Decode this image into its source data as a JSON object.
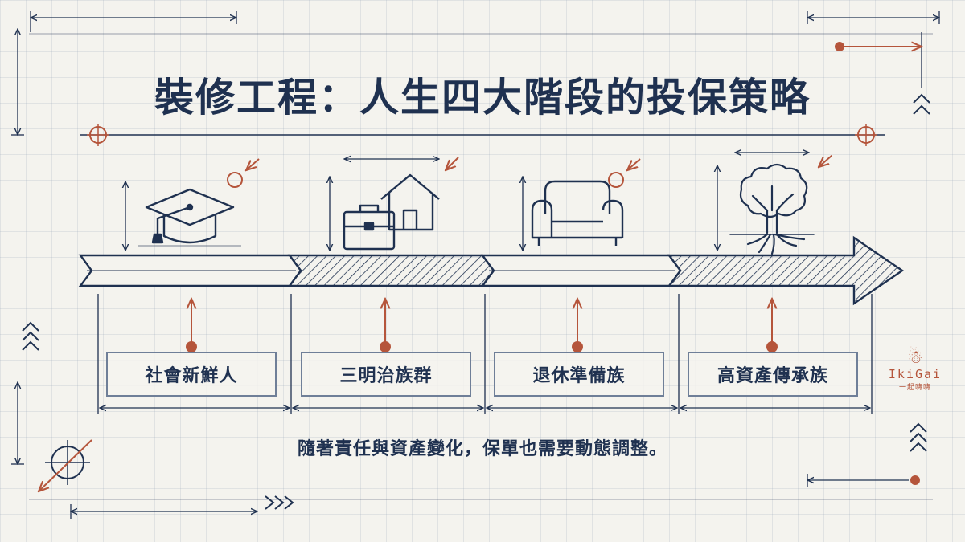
{
  "title": "裝修工程：人生四大階段的投保策略",
  "stages": [
    {
      "label": "社會新鮮人",
      "icon": "graduation-cap-icon"
    },
    {
      "label": "三明治族群",
      "icon": "briefcase-house-icon"
    },
    {
      "label": "退休準備族",
      "icon": "armchair-icon"
    },
    {
      "label": "高資產傳承族",
      "icon": "tree-roots-icon"
    }
  ],
  "caption": "隨著責任與資產變化，保單也需要動態調整。",
  "logo": {
    "name": "IkiGai",
    "sub": "一起嗨嗨"
  },
  "colors": {
    "navy": "#1f3150",
    "accent": "#b5553b",
    "grid": "#8ea0b8",
    "background": "#f4f3ee"
  }
}
